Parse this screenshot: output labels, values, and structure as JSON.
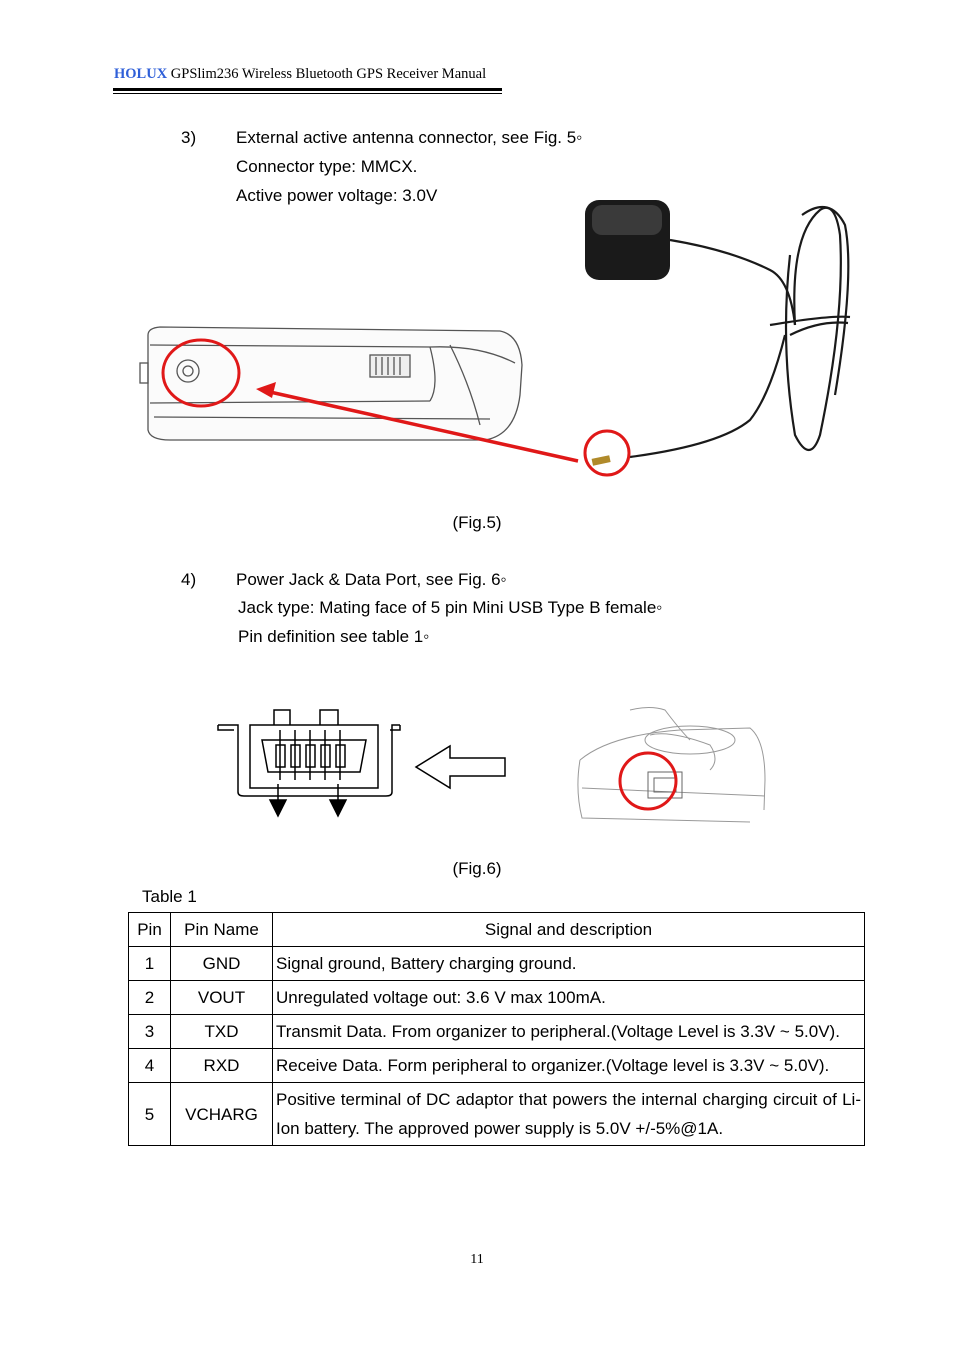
{
  "header": {
    "brand": "HOLUX",
    "title": "GPSlim236 Wireless Bluetooth GPS Receiver Manual"
  },
  "section3": {
    "number": "3)",
    "line1": "External active antenna connector, see Fig. 5◦",
    "line2": "Connector type: MMCX.",
    "line3": "Active power voltage: 3.0V"
  },
  "fig5": {
    "caption": "(Fig.5)"
  },
  "section4": {
    "number": "4)",
    "line1": "Power Jack & Data Port, see Fig. 6◦",
    "line2": "Jack type: Mating face of 5 pin Mini USB Type B female◦",
    "line3": "Pin definition see table 1◦"
  },
  "fig6": {
    "caption": "(Fig.6)"
  },
  "table": {
    "label": "Table 1",
    "headers": [
      "Pin",
      "Pin Name",
      "Signal and description"
    ],
    "rows": [
      {
        "pin": "1",
        "name": "GND",
        "desc": "Signal ground, Battery charging ground."
      },
      {
        "pin": "2",
        "name": "VOUT",
        "desc": "Unregulated voltage out: 3.6 V max 100mA."
      },
      {
        "pin": "3",
        "name": "TXD",
        "desc": "Transmit Data. From organizer to peripheral.(Voltage Level is 3.3V ~ 5.0V)."
      },
      {
        "pin": "4",
        "name": "RXD",
        "desc": "Receive Data. Form peripheral to organizer.(Voltage level is 3.3V ~ 5.0V)."
      },
      {
        "pin": "5",
        "name": "VCHARG",
        "desc": "Positive terminal of DC adaptor that powers the internal charging circuit of Li-Ion battery. The approved power supply is 5.0V +/-5%@1A."
      }
    ]
  },
  "page_number": "11",
  "colors": {
    "brand": "#2f5fd8",
    "highlight": "#e01818"
  }
}
